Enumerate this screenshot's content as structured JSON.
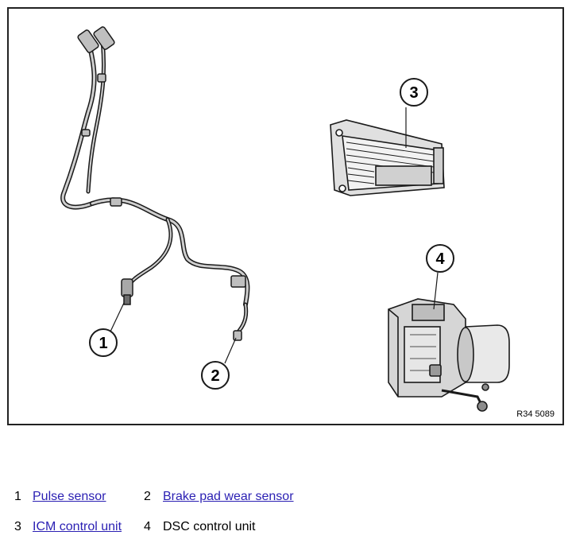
{
  "figure": {
    "ref_code": "R34 5089",
    "callouts": [
      "1",
      "2",
      "3",
      "4"
    ]
  },
  "legend": {
    "items": [
      {
        "num": "1",
        "label": "Pulse sensor",
        "link": true
      },
      {
        "num": "2",
        "label": "Brake pad wear sensor",
        "link": true
      },
      {
        "num": "3",
        "label": "ICM control unit",
        "link": true
      },
      {
        "num": "4",
        "label": "DSC control unit",
        "link": false
      }
    ]
  },
  "colors": {
    "link": "#2a1fb3",
    "line": "#1a1a1a",
    "part_fill": "#d9d9d9"
  }
}
